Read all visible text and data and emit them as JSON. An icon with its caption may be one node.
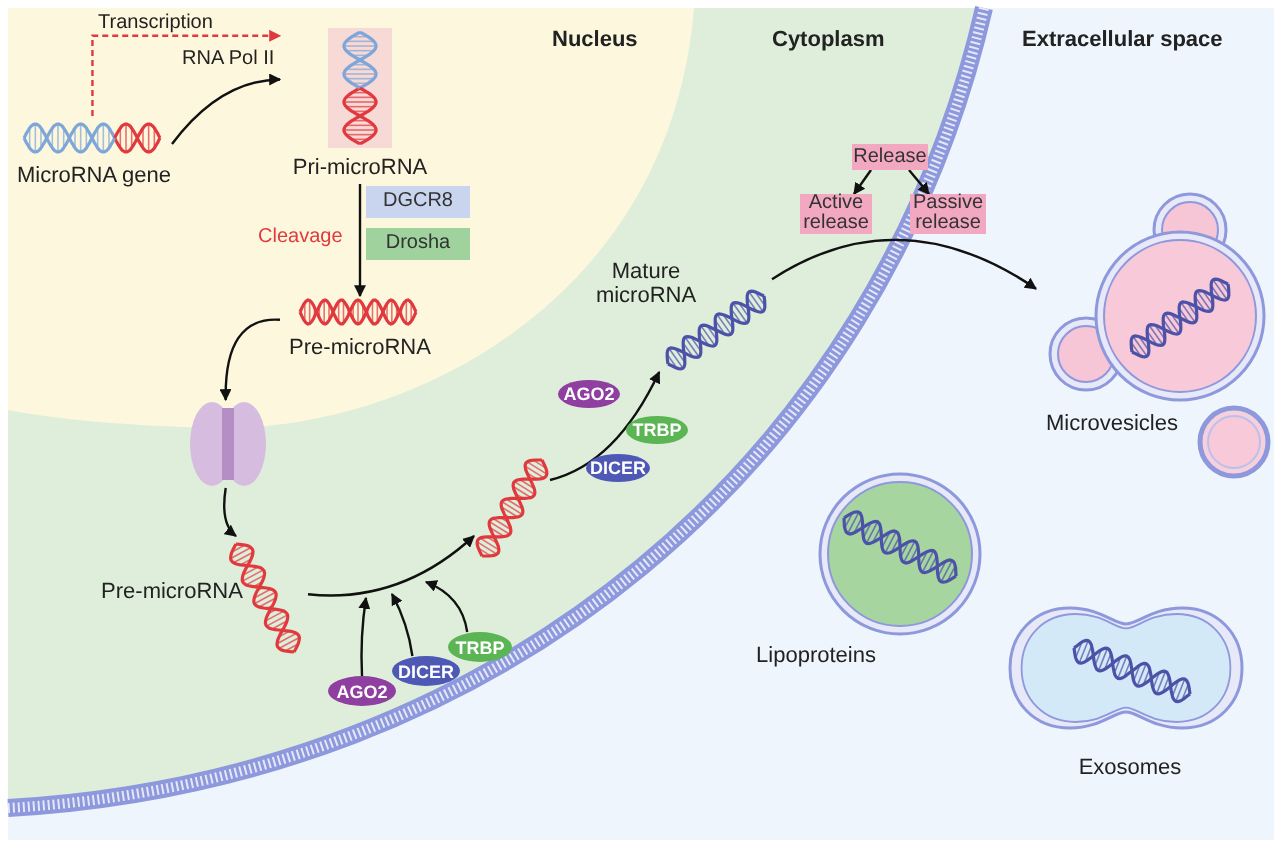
{
  "diagram": {
    "nodes": [
      {
        "text": [
          "MicroRNA gene"
        ]
      },
      {
        "text": [
          "Pri-microRNA"
        ]
      },
      {
        "text": [
          "DGCR8"
        ]
      },
      {
        "text": [
          "Drosha"
        ]
      },
      {
        "text": [
          "Pre-microRNA"
        ]
      },
      {
        "text": [],
        "shape": "picture"
      },
      {
        "text": [
          "Pre-microRNA"
        ]
      },
      {
        "text": [
          "AGO2"
        ]
      },
      {
        "text": [
          "DICER"
        ]
      },
      {
        "text": [
          "TRBP"
        ]
      },
      {
        "text": [],
        "shape": "picture"
      },
      {
        "text": [
          "AGO2"
        ]
      },
      {
        "text": [
          "TRBP"
        ]
      },
      {
        "text": [
          "DICER"
        ]
      },
      {
        "text": [
          "Mature microRNA"
        ]
      },
      {
        "text": [
          "Release"
        ]
      },
      {
        "text": [
          "Active release"
        ]
      },
      {
        "text": [
          "Passive release"
        ]
      },
      {
        "text": [
          "Microvesicles"
        ]
      },
      {
        "text": [
          "Lipoproteins"
        ]
      },
      {
        "text": [
          "Exosomes"
        ]
      }
    ],
    "edges": [
      {
        "from": 0,
        "to": 1,
        "arrow": "to",
        "label": "Transcription",
        "style": "dashed",
        "color": "#e0393e"
      },
      {
        "from": 0,
        "to": 1,
        "arrow": "to",
        "label": "RNA Pol II"
      },
      {
        "from": 1,
        "to": 4,
        "arrow": "to",
        "label": "Cleavage"
      },
      {
        "from": 4,
        "to": 5,
        "arrow": "to"
      },
      {
        "from": 5,
        "to": 6,
        "arrow": "to"
      },
      {
        "from": 6,
        "to": 10,
        "arrow": "to"
      },
      {
        "from": 7,
        "to": null,
        "arrow": "to"
      },
      {
        "from": 8,
        "to": null,
        "arrow": "to"
      },
      {
        "from": 9,
        "to": null,
        "arrow": "to"
      },
      {
        "from": 10,
        "to": 14,
        "arrow": "to"
      },
      {
        "from": 14,
        "to": 18,
        "arrow": "to"
      },
      {
        "from": 15,
        "to": 16,
        "arrow": "to"
      },
      {
        "from": 15,
        "to": 17,
        "arrow": "to"
      }
    ],
    "labels": [
      "Nucleus",
      "Cytoplasm",
      "Extracellular space"
    ]
  }
}
